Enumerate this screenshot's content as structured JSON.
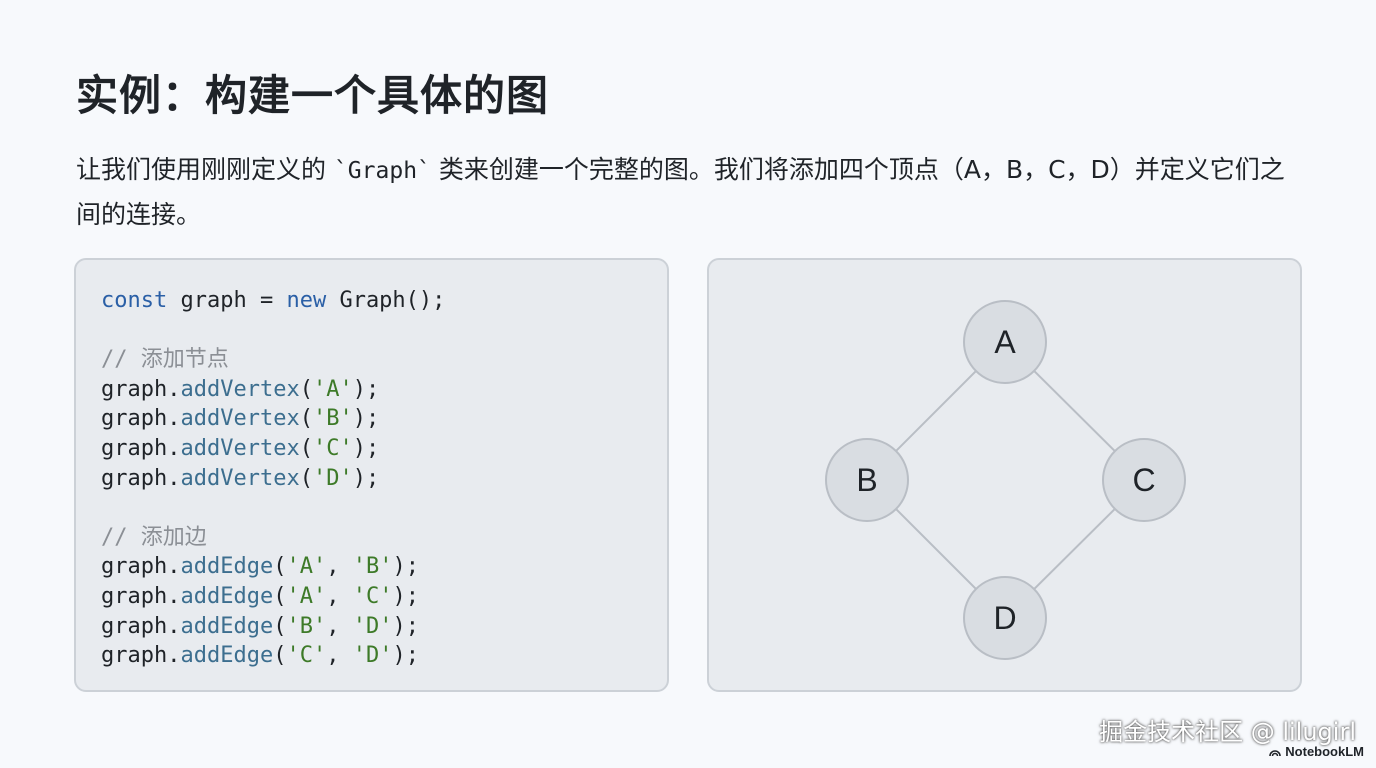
{
  "title": "实例：构建一个具体的图",
  "intro": {
    "before": "让我们使用刚刚定义的 ",
    "code": "`Graph`",
    "after": " 类来创建一个完整的图。我们将添加四个顶点（A，B，C，D）并定义它们之间的连接。"
  },
  "code_lines": [
    [
      {
        "t": "const",
        "c": "kw"
      },
      {
        "t": " graph = ",
        "c": ""
      },
      {
        "t": "new",
        "c": "kw"
      },
      {
        "t": " Graph();",
        "c": ""
      }
    ],
    [],
    [
      {
        "t": "// 添加节点",
        "c": "cm"
      }
    ],
    [
      {
        "t": "graph.",
        "c": ""
      },
      {
        "t": "addVertex",
        "c": "fn"
      },
      {
        "t": "(",
        "c": ""
      },
      {
        "t": "'A'",
        "c": "st"
      },
      {
        "t": ");",
        "c": ""
      }
    ],
    [
      {
        "t": "graph.",
        "c": ""
      },
      {
        "t": "addVertex",
        "c": "fn"
      },
      {
        "t": "(",
        "c": ""
      },
      {
        "t": "'B'",
        "c": "st"
      },
      {
        "t": ");",
        "c": ""
      }
    ],
    [
      {
        "t": "graph.",
        "c": ""
      },
      {
        "t": "addVertex",
        "c": "fn"
      },
      {
        "t": "(",
        "c": ""
      },
      {
        "t": "'C'",
        "c": "st"
      },
      {
        "t": ");",
        "c": ""
      }
    ],
    [
      {
        "t": "graph.",
        "c": ""
      },
      {
        "t": "addVertex",
        "c": "fn"
      },
      {
        "t": "(",
        "c": ""
      },
      {
        "t": "'D'",
        "c": "st"
      },
      {
        "t": ");",
        "c": ""
      }
    ],
    [],
    [
      {
        "t": "// 添加边",
        "c": "cm"
      }
    ],
    [
      {
        "t": "graph.",
        "c": ""
      },
      {
        "t": "addEdge",
        "c": "fn"
      },
      {
        "t": "(",
        "c": ""
      },
      {
        "t": "'A'",
        "c": "st"
      },
      {
        "t": ", ",
        "c": ""
      },
      {
        "t": "'B'",
        "c": "st"
      },
      {
        "t": ");",
        "c": ""
      }
    ],
    [
      {
        "t": "graph.",
        "c": ""
      },
      {
        "t": "addEdge",
        "c": "fn"
      },
      {
        "t": "(",
        "c": ""
      },
      {
        "t": "'A'",
        "c": "st"
      },
      {
        "t": ", ",
        "c": ""
      },
      {
        "t": "'C'",
        "c": "st"
      },
      {
        "t": ");",
        "c": ""
      }
    ],
    [
      {
        "t": "graph.",
        "c": ""
      },
      {
        "t": "addEdge",
        "c": "fn"
      },
      {
        "t": "(",
        "c": ""
      },
      {
        "t": "'B'",
        "c": "st"
      },
      {
        "t": ", ",
        "c": ""
      },
      {
        "t": "'D'",
        "c": "st"
      },
      {
        "t": ");",
        "c": ""
      }
    ],
    [
      {
        "t": "graph.",
        "c": ""
      },
      {
        "t": "addEdge",
        "c": "fn"
      },
      {
        "t": "(",
        "c": ""
      },
      {
        "t": "'C'",
        "c": "st"
      },
      {
        "t": ", ",
        "c": ""
      },
      {
        "t": "'D'",
        "c": "st"
      },
      {
        "t": ");",
        "c": ""
      }
    ]
  ],
  "graph": {
    "nodes": [
      "A",
      "B",
      "C",
      "D"
    ],
    "edges": [
      [
        "A",
        "B"
      ],
      [
        "A",
        "C"
      ],
      [
        "B",
        "D"
      ],
      [
        "C",
        "D"
      ]
    ]
  },
  "watermark": "掘金技术社区 @ lilugirl",
  "brand": "NotebookLM",
  "colors": {
    "keyword": "#2a5fa6",
    "comment": "#8b8f95",
    "function": "#3c6e8f",
    "string": "#3d7a28",
    "panel_bg": "#e8ebef",
    "node_fill": "#d9dde2"
  }
}
